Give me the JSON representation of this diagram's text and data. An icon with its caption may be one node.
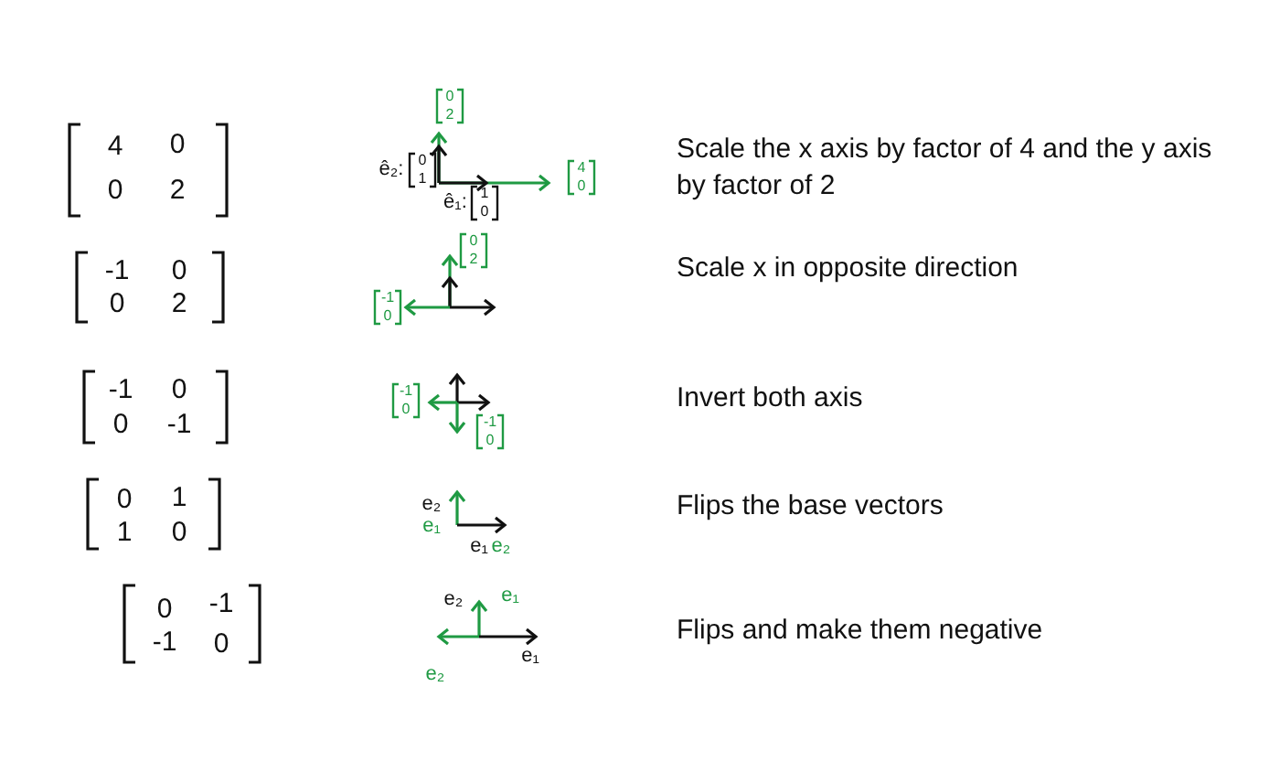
{
  "diagram": {
    "labels": [
      "4",
      "0",
      "0",
      "2",
      "0",
      "2",
      "ê₂:",
      "0",
      "1",
      "4",
      "0",
      "ê₁:",
      "1",
      "0",
      "Scale the x axis by factor of 4 and the y axis by factor of 2",
      "-1",
      "0",
      "0",
      "2",
      "0",
      "2",
      "-1",
      "0",
      "Scale x in opposite direction",
      "-1",
      "0",
      "0",
      "-1",
      "-1",
      "0",
      "-1",
      "0",
      "Invert both axis",
      "0",
      "1",
      "1",
      "0",
      "e₂",
      "e₁",
      "e₁",
      "e₂",
      "Flips the base vectors",
      "0",
      "-1",
      "-1",
      "0",
      "e₂",
      "e₁",
      "e₁",
      "e₂",
      "Flips and make them negative"
    ]
  }
}
